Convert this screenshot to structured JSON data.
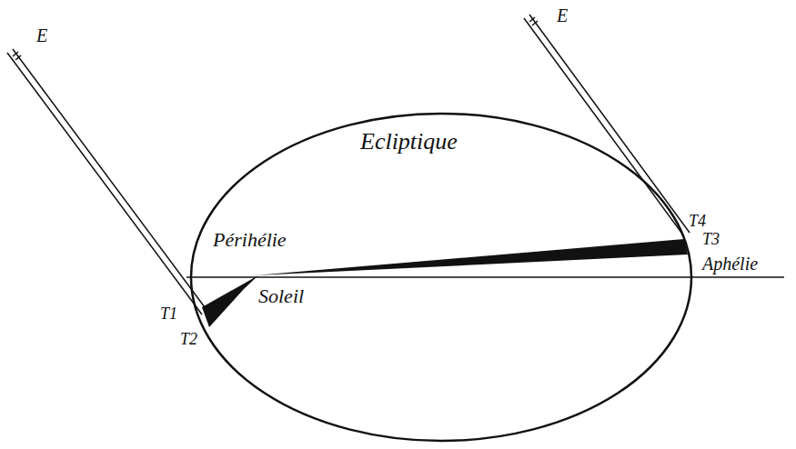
{
  "diagram": {
    "labels": [
      "E",
      "E",
      "Ecliptique",
      "Périhélie",
      "Soleil",
      "Aphélie",
      "T1",
      "T2",
      "T4",
      "T3"
    ]
  }
}
